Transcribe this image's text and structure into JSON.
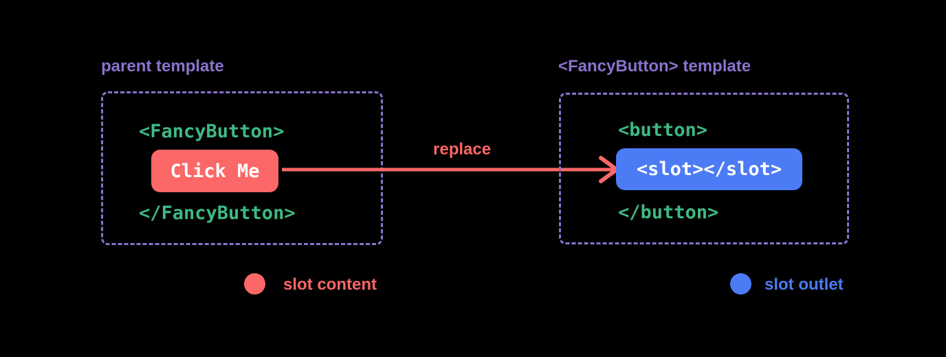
{
  "diagram": {
    "title": "slot content replacement diagram",
    "colors": {
      "background": "#000000",
      "purple_label_and_border": "#8B72CE",
      "code_green": "#3EB983",
      "slot_content_red": "#FC6767",
      "slot_outlet_blue": "#4B7BF5",
      "chip_text_white": "#FFFFFF"
    },
    "parent_template": {
      "label": "parent template",
      "open_tag": "<FancyButton>",
      "button_text": "Click Me",
      "close_tag": "</FancyButton>"
    },
    "fancy_button_template": {
      "label": "<FancyButton> template",
      "open_tag": "<button>",
      "slot_text": "<slot></slot>",
      "close_tag": "</button>"
    },
    "arrow": {
      "label": "replace"
    },
    "legend": {
      "slot_content": {
        "label": "slot content",
        "color": "#FC6767"
      },
      "slot_outlet": {
        "label": "slot outlet",
        "color": "#4B7BF5"
      }
    }
  }
}
